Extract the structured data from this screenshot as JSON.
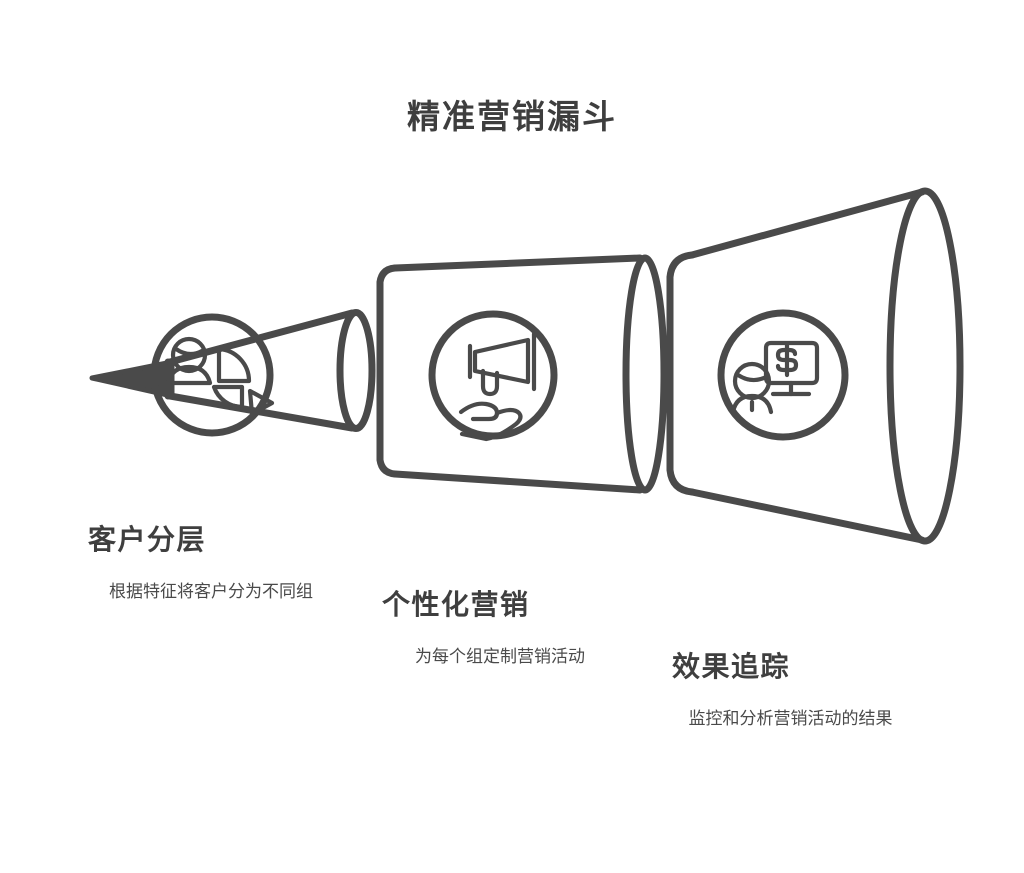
{
  "diagram": {
    "title": "精准营销漏斗",
    "type": "funnel",
    "orientation": "horizontal-left-to-right",
    "background_color": "#ffffff",
    "stroke_color": "#4a4a4a",
    "text_color": "#3f3f3f",
    "stages": [
      {
        "index": 1,
        "heading": "客户分层",
        "description": "根据特征将客户分为不同组",
        "icon": "people-pie-chart-icon",
        "icon_parts": [
          "person-icon",
          "pie-chart-icon"
        ]
      },
      {
        "index": 2,
        "heading": "个性化营销",
        "description": "为每个组定制营销活动",
        "icon": "megaphone-hand-icon",
        "icon_parts": [
          "megaphone-icon",
          "open-hand-icon"
        ]
      },
      {
        "index": 3,
        "heading": "效果追踪",
        "description": "监控和分析营销活动的结果",
        "icon": "person-monitor-dollar-icon",
        "icon_parts": [
          "person-icon",
          "monitor-icon",
          "dollar-sign-icon"
        ]
      }
    ]
  }
}
